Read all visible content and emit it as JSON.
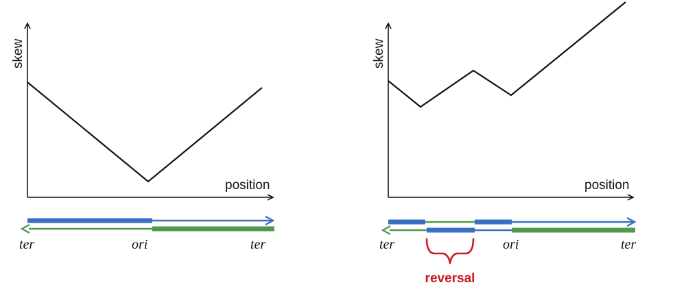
{
  "panels": [
    {
      "ylabel": "skew",
      "xlabel": "position",
      "labels": {
        "left": "ter",
        "middle": "ori",
        "right": "ter"
      }
    },
    {
      "ylabel": "skew",
      "xlabel": "position",
      "labels": {
        "left": "ter",
        "middle": "ori",
        "right": "ter"
      },
      "annotation": "reversal"
    }
  ],
  "colors": {
    "axis": "#111111",
    "curve": "#111111",
    "leading_strand": "#3a6fc4",
    "lagging_strand": "#4f9a4a",
    "annotation": "#c8181e"
  }
}
